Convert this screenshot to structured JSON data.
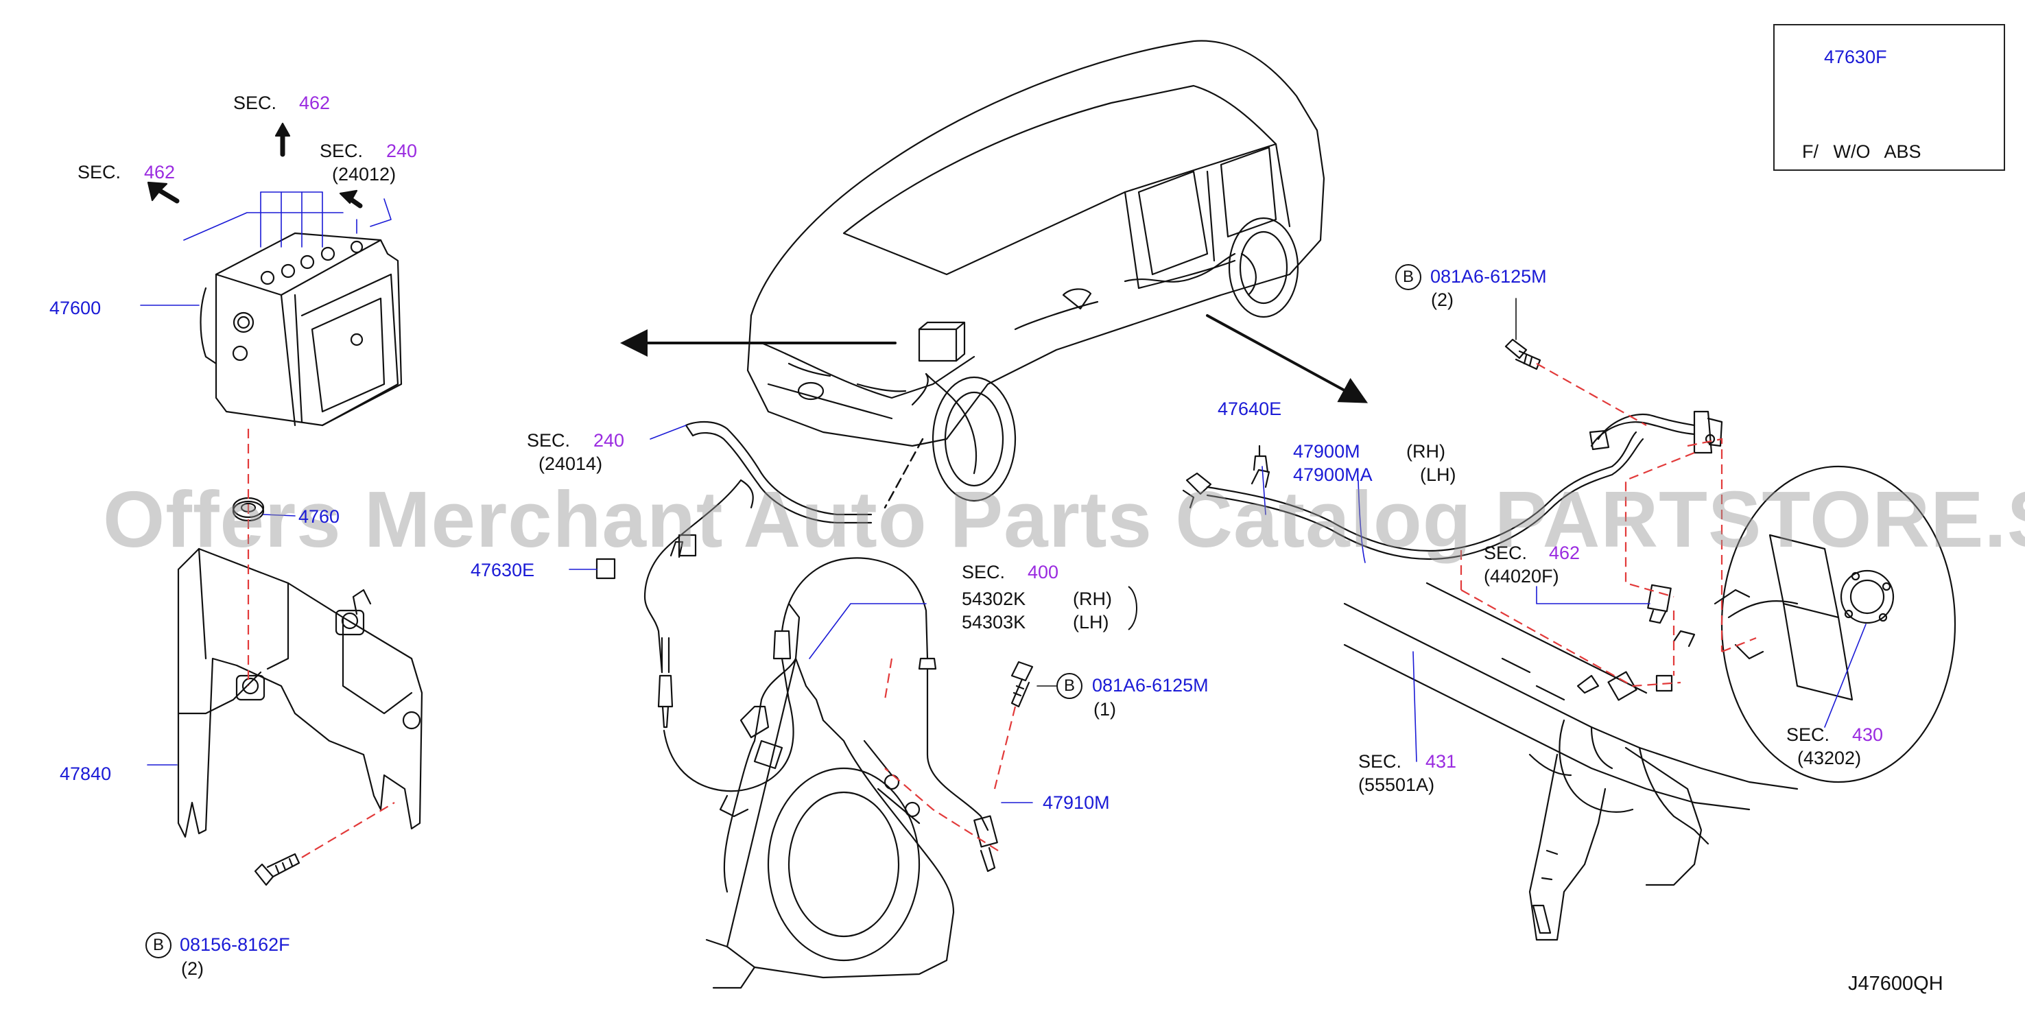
{
  "diagram": {
    "watermark": "Offers Merchant Auto Parts Catalog PARTSTORE.SA",
    "code": "J47600QH",
    "inset": {
      "part": "47630F",
      "note": "F/ W/O ABS"
    },
    "sec_label": "SEC.",
    "sections": {
      "s462_top": {
        "num": "462"
      },
      "s462_left": {
        "num": "462"
      },
      "s240_top": {
        "num": "240",
        "sub": "(24012)"
      },
      "s240_mid": {
        "num": "240",
        "sub": "(24014)"
      },
      "s400": {
        "num": "400"
      },
      "s462_right": {
        "num": "462",
        "sub": "(44020F)"
      },
      "s431": {
        "num": "431",
        "sub": "(55501A)"
      },
      "s430": {
        "num": "430",
        "sub": "(43202)"
      }
    },
    "parts": {
      "p47600": "47600",
      "p4760": "4760",
      "p47840": "47840",
      "p08156": "08156-8162F",
      "p08156_qty": "(2)",
      "p47630e": "47630E",
      "p54302k": "54302K",
      "p54302k_side": "(RH)",
      "p54303k": "54303K",
      "p54303k_side": "(LH)",
      "p081a6_mid": "081A6-6125M",
      "p081a6_mid_qty": "(1)",
      "p47910m": "47910M",
      "p47640e": "47640E",
      "p47900m": "47900M",
      "p47900m_side": "(RH)",
      "p47900ma": "47900MA",
      "p47900ma_side": "(LH)",
      "p081a6_top": "081A6-6125M",
      "p081a6_top_qty": "(2)"
    },
    "bolt_marker": "B"
  }
}
